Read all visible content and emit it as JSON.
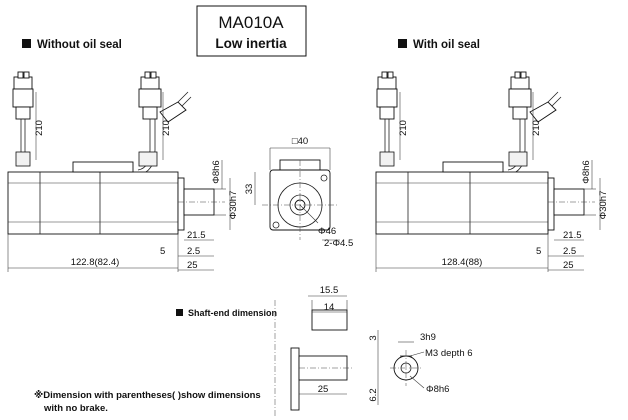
{
  "title": {
    "model": "MA010A",
    "subtitle": "Low inertia"
  },
  "sections": {
    "without_seal": "Without oil seal",
    "with_seal": "With oil seal",
    "shaft_end": "Shaft-end dimension"
  },
  "left_view": {
    "lead_len": "210",
    "lead_len_2": "210",
    "body_len": "122.8(82.4)",
    "shaft_dia": "Φ8h6",
    "spigot_dia": "Φ30h7",
    "shaft_len": "21.5",
    "flange": "2.5",
    "shaft_total": "25",
    "spigot": "5"
  },
  "front_view": {
    "square": "□40",
    "height": "33",
    "pcd": "Φ46",
    "holes": "2-Φ4.5"
  },
  "right_view": {
    "lead_len": "210",
    "lead_len_2": "210",
    "body_len": "128.4(88)",
    "shaft_dia": "Φ8h6",
    "spigot_dia": "Φ30h7",
    "shaft_len": "21.5",
    "flange": "2.5",
    "shaft_total": "25",
    "spigot": "5"
  },
  "shaft_detail": {
    "outer": "15.5",
    "key": "14",
    "length": "25",
    "offset": "6.2",
    "height": "3",
    "key_width": "3h9",
    "tap": "M3 depth 6",
    "shaft_dia": "Φ8h6"
  },
  "note": {
    "line1": "※Dimension with parentheses( )show dimensions",
    "line2": "with no brake."
  }
}
